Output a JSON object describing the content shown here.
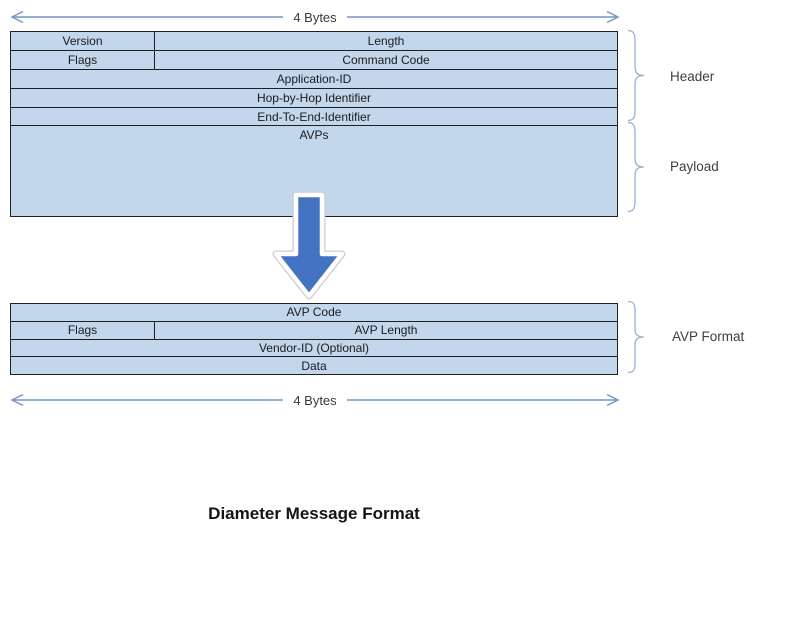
{
  "title": "Diameter Message Format",
  "top_ruler": {
    "label": "4 Bytes"
  },
  "bottom_ruler": {
    "label": "4 Bytes"
  },
  "message_table": {
    "row1": {
      "left": "Version",
      "right": "Length"
    },
    "row2": {
      "left": "Flags",
      "right": "Command Code"
    },
    "row3": "Application-ID",
    "row4": "Hop-by-Hop Identifier",
    "row5": "End-To-End-Identifier",
    "row6": "AVPs"
  },
  "avp_table": {
    "row1": "AVP Code",
    "row2": {
      "left": "Flags",
      "right": "AVP Length"
    },
    "row3": "Vendor-ID (Optional)",
    "row4": "Data"
  },
  "braces": {
    "header": "Header",
    "payload": "Payload",
    "avp_format": "AVP Format"
  },
  "colors": {
    "table_fill": "#c2d6ec",
    "table_border": "#1f1f1f",
    "ruler_line": "#7495c2",
    "brace_line": "#96b1d4",
    "block_arrow_fill": "#4573c4"
  }
}
